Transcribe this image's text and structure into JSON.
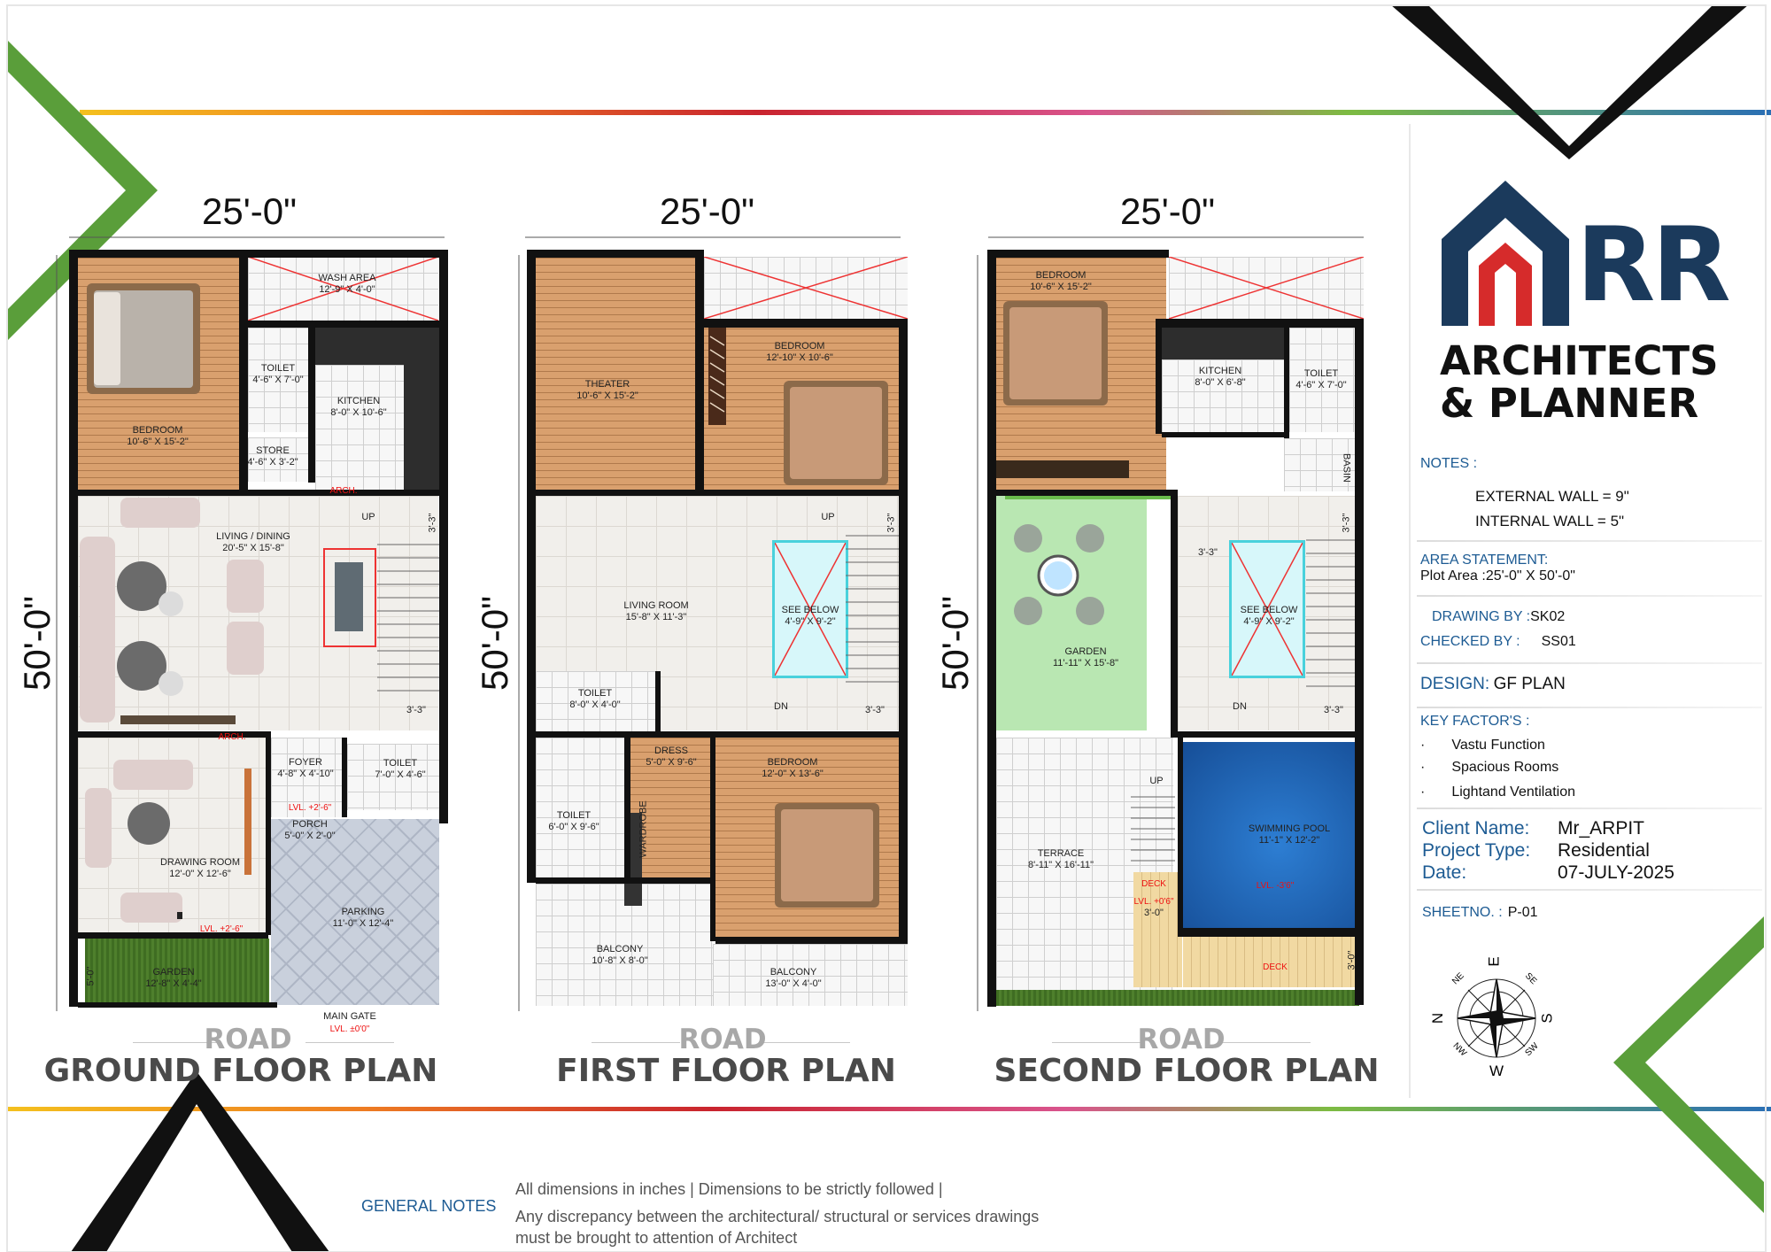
{
  "plans": [
    {
      "title": "GROUND FLOOR PLAN",
      "road": "ROAD",
      "width_dim": "25'-0\"",
      "depth_dim": "50'-0\"",
      "rooms": [
        {
          "name": "WASH AREA",
          "size": "12'-9\" X 4'-0\""
        },
        {
          "name": "TOILET",
          "size": "4'-6\" X 7'-0\""
        },
        {
          "name": "KITCHEN",
          "size": "8'-0\" X 10'-6\""
        },
        {
          "name": "BEDROOM",
          "size": "10'-6\" X 15'-2\""
        },
        {
          "name": "STORE",
          "size": "4'-6\" X 3'-2\""
        },
        {
          "name": "LIVING / DINING",
          "size": "20'-5\" X 15'-8\""
        },
        {
          "name": "FOYER",
          "size": "4'-8\" X 4'-10\""
        },
        {
          "name": "TOILET",
          "size": "7'-0\" X 4'-6\""
        },
        {
          "name": "PORCH",
          "size": "5'-0\" X 2'-0\""
        },
        {
          "name": "DRAWING ROOM",
          "size": "12'-0\" X 12'-6\""
        },
        {
          "name": "PARKING",
          "size": "11'-0\" X 12'-4\""
        },
        {
          "name": "GARDEN",
          "size": "12'-8\" X 4'-4\""
        }
      ],
      "labels": {
        "arch1": "ARCH.",
        "arch2": "ARCH.",
        "up": "UP",
        "stair_w1": "3'-3\"",
        "stair_w2": "3'-3\"",
        "lvl_foyer": "LVL. +2'-6\"",
        "lvl_draw": "LVL. +2'-6\"",
        "garden_side": "5'-0\"",
        "gate": "MAIN GATE",
        "gate_lvl": "LVL. ±0'0\""
      }
    },
    {
      "title": "FIRST FLOOR PLAN",
      "road": "ROAD",
      "width_dim": "25'-0\"",
      "depth_dim": "50'-0\"",
      "rooms": [
        {
          "name": "THEATER",
          "size": "10'-6\" X 15'-2\""
        },
        {
          "name": "BEDROOM",
          "size": "12'-10\" X 10'-6\""
        },
        {
          "name": "LIVING ROOM",
          "size": "15'-8\" X 11'-3\""
        },
        {
          "name": "SEE BELOW",
          "size": "4'-9\" X 9'-2\""
        },
        {
          "name": "TOILET",
          "size": "8'-0\" X 4'-0\""
        },
        {
          "name": "DRESS",
          "size": "5'-0\" X 9'-6\""
        },
        {
          "name": "BEDROOM",
          "size": "12'-0\" X 13'-6\""
        },
        {
          "name": "TOILET",
          "size": "6'-0\" X 9'-6\""
        },
        {
          "name": "BALCONY",
          "size": "10'-8\" X 8'-0\""
        },
        {
          "name": "BALCONY",
          "size": "13'-0\" X 4'-0\""
        }
      ],
      "labels": {
        "up": "UP",
        "dn": "DN",
        "wardrobe": "WARDROBE",
        "stair_w1": "3'-3\"",
        "stair_w2": "3'-3\""
      }
    },
    {
      "title": "SECOND FLOOR PLAN",
      "road": "ROAD",
      "width_dim": "25'-0\"",
      "depth_dim": "50'-0\"",
      "rooms": [
        {
          "name": "BEDROOM",
          "size": "10'-6\" X 15'-2\""
        },
        {
          "name": "KITCHEN",
          "size": "8'-0\" X 6'-8\""
        },
        {
          "name": "TOILET",
          "size": "4'-6\" X 7'-0\""
        },
        {
          "name": "GARDEN",
          "size": "11'-11\" X 15'-8\""
        },
        {
          "name": "SEE BELOW",
          "size": "4'-9\" X 9'-2\""
        },
        {
          "name": "TERRACE",
          "size": "8'-11\" X 16'-11\""
        },
        {
          "name": "SWIMMING POOL",
          "size": "11'-1\" X 12'-2\""
        }
      ],
      "labels": {
        "basin": "BASIN",
        "up": "UP",
        "dn": "DN",
        "stair_w1": "3'-3\"",
        "stair_w2": "3'-3\"",
        "stair_w3": "3'-3\"",
        "deck1": "DECK",
        "deck2": "DECK",
        "deck_lvl": "LVL. +0'6\"",
        "deck_w1": "3'-0\"",
        "deck_w2": "3'-0\"",
        "pool_lvl": "LVL. -3'6\""
      }
    }
  ],
  "brand": {
    "logo_letters": "RR",
    "line1": "ARCHITECTS",
    "line2": "& PLANNER",
    "blue": "#1b3a5c",
    "red": "#d62b2b"
  },
  "notes": {
    "title": "NOTES :",
    "items": [
      "EXTERNAL WALL = 9\"",
      "INTERNAL WALL = 5\""
    ]
  },
  "area": {
    "title": "AREA STATEMENT:",
    "value": "Plot Area :25'-0\" X 50'-0\""
  },
  "drawn_by": {
    "label": "DRAWING BY :",
    "value": "SK02"
  },
  "checked_by": {
    "label": "CHECKED BY :",
    "value": "SS01"
  },
  "design": {
    "label": "DESIGN:",
    "value": "GF PLAN"
  },
  "key_factors": {
    "title": "KEY FACTOR'S :",
    "items": [
      "Vastu Function",
      "Spacious Rooms",
      "Lightand Ventilation"
    ]
  },
  "client": {
    "label": "Client Name:",
    "value": "Mr_ARPIT"
  },
  "project_type": {
    "label": "Project Type:",
    "value": "Residential"
  },
  "date": {
    "label": "Date:",
    "value": "07-JULY-2025"
  },
  "sheet": {
    "label": "SHEETNO. :",
    "value": "P-01"
  },
  "compass": {
    "n": "N",
    "e": "E",
    "s": "S",
    "w": "W",
    "ne": "NE",
    "se": "SE",
    "sw": "SW",
    "nw": "NW"
  },
  "general_notes": {
    "title": "GENERAL NOTES",
    "lines": [
      "All dimensions in inches | Dimensions to be strictly followed |",
      "Any discrepancy between the architectural/ structural or services drawings",
      "must be brought to attention of Architect"
    ]
  },
  "colors": {
    "accent_green": "#5a9e3a",
    "frame_black": "#111111",
    "title_blue": "#1d5b93"
  }
}
